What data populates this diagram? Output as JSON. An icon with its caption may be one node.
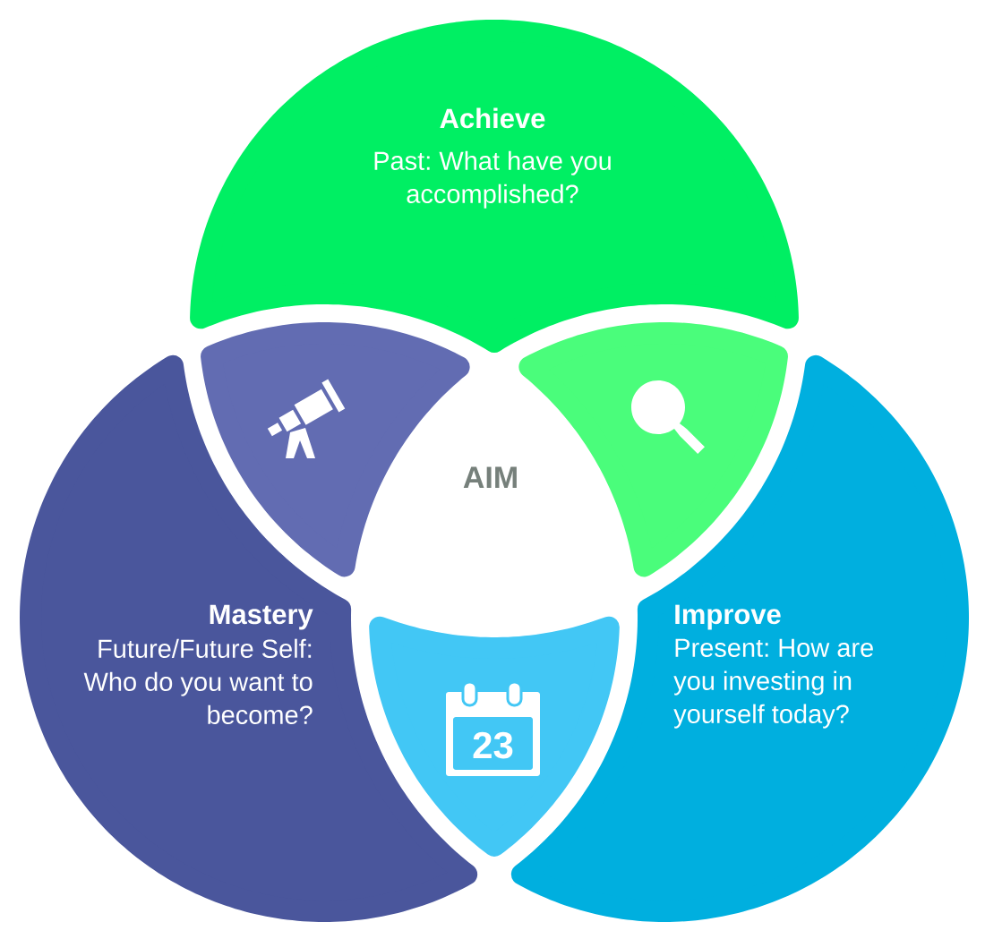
{
  "diagram": {
    "nodes": [
      {
        "text": [
          "Achieve",
          "Past: What have you accomplished?"
        ]
      },
      {
        "text": [],
        "shape": "triangle"
      },
      {
        "text": [],
        "shape": "triangle"
      },
      {
        "text": [
          "AIM"
        ]
      },
      {
        "text": [
          "Mastery",
          "Future/Future Self: Who do you want to become?"
        ]
      },
      {
        "text": [
          "23"
        ]
      },
      {
        "text": [
          "Improve",
          "Present: How are you investing in yourself today?"
        ]
      }
    ]
  }
}
